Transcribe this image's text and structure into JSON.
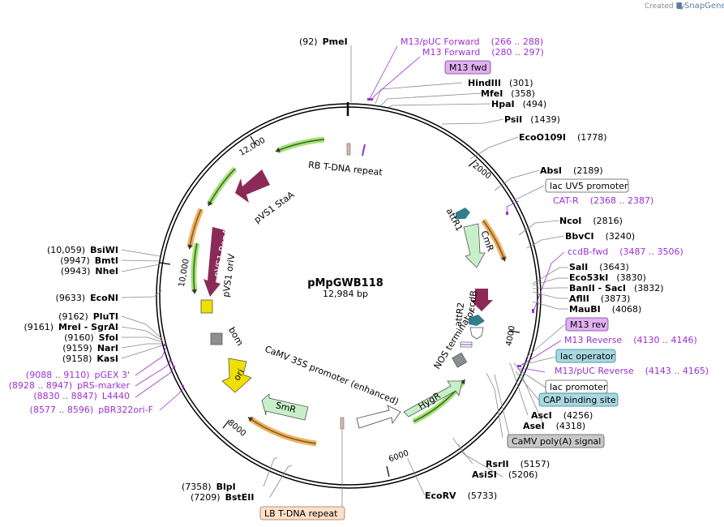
{
  "credit": {
    "prefix": "Created by",
    "brand": "SnapGene"
  },
  "plasmid": {
    "name": "pMpGWB118",
    "size": "12,984 bp"
  },
  "ticks": [
    "2000",
    "4000",
    "6000",
    "8000",
    "10,000",
    "12,000"
  ],
  "sites": [
    {
      "pos": "(92)",
      "name": "PmeI"
    },
    {
      "pos": "(301)",
      "name": "HindIII"
    },
    {
      "pos": "(358)",
      "name": "MfeI"
    },
    {
      "pos": "(494)",
      "name": "HpaI"
    },
    {
      "pos": "(1439)",
      "name": "PsiI"
    },
    {
      "pos": "(1778)",
      "name": "EcoO109I"
    },
    {
      "pos": "(2189)",
      "name": "AbsI"
    },
    {
      "pos": "(2816)",
      "name": "NcoI"
    },
    {
      "pos": "(3240)",
      "name": "BbvCI"
    },
    {
      "pos": "(3643)",
      "name": "SalI"
    },
    {
      "pos": "(3830)",
      "name": "Eco53kI"
    },
    {
      "pos": "(3832)",
      "name": "BanII  -  SacI"
    },
    {
      "pos": "(3873)",
      "name": "AflII"
    },
    {
      "pos": "(4068)",
      "name": "MauBI"
    },
    {
      "pos": "(4256)",
      "name": "AscI"
    },
    {
      "pos": "(4318)",
      "name": "AseI"
    },
    {
      "pos": "(5157)",
      "name": "RsrII"
    },
    {
      "pos": "(5206)",
      "name": "AsiSI"
    },
    {
      "pos": "(5733)",
      "name": "EcoRV"
    },
    {
      "pos": "(7358)",
      "name": "BlpI"
    },
    {
      "pos": "(7209)",
      "name": "BstEII"
    },
    {
      "pos": "(10,059)",
      "name": "BsiWI"
    },
    {
      "pos": "(9947)",
      "name": "BmtI"
    },
    {
      "pos": "(9943)",
      "name": "NheI"
    },
    {
      "pos": "(9633)",
      "name": "EcoNI"
    },
    {
      "pos": "(9162)",
      "name": "PluTI"
    },
    {
      "pos": "(9161)",
      "name": "MreI  -  SgrAI"
    },
    {
      "pos": "(9160)",
      "name": "SfoI"
    },
    {
      "pos": "(9159)",
      "name": "NarI"
    },
    {
      "pos": "(9158)",
      "name": "KasI"
    }
  ],
  "primers": [
    {
      "name": "M13/pUC Forward",
      "range": "(266 .. 288)"
    },
    {
      "name": "M13 Forward",
      "range": "(280 .. 297)"
    },
    {
      "name": "CAT-R",
      "range": "(2368 .. 2387)"
    },
    {
      "name": "ccdB-fwd",
      "range": "(3487 .. 3506)"
    },
    {
      "name": "M13 Reverse",
      "range": "(4130 .. 4146)"
    },
    {
      "name": "M13/pUC Reverse",
      "range": "(4143 .. 4165)"
    },
    {
      "name": "pGEX 3'",
      "range": "(9088 .. 9110)"
    },
    {
      "name": "pRS-marker",
      "range": "(8928 .. 8947)"
    },
    {
      "name": "L4440",
      "range": "(8830 .. 8847)"
    },
    {
      "name": "pBR322ori-F",
      "range": "(8577 .. 8596)"
    }
  ],
  "boxed_features": [
    {
      "label": "M13 fwd"
    },
    {
      "label": "lac UV5 promoter"
    },
    {
      "label": "M13 rev"
    },
    {
      "label": "lac operator"
    },
    {
      "label": "lac promoter"
    },
    {
      "label": "CAP binding site"
    },
    {
      "label": "CaMV poly(A) signal"
    },
    {
      "label": "LB T-DNA repeat"
    }
  ],
  "inner_features": {
    "rb_repeat": "RB T-DNA repeat",
    "pvs1_staa": "pVS1 StaA",
    "pvs1_repa": "pVS1 RepA",
    "pvs1_oriv": "pVS1 oriV",
    "bom": "bom",
    "ori": "ori",
    "camv35s": "CaMV 35S promoter (enhanced)",
    "smr": "SmR",
    "hygr": "HygR",
    "nos": "NOS terminator",
    "attr1": "attR1",
    "cmr": "CmR",
    "ccdb": "ccdB",
    "attr2": "attR2"
  },
  "colors": {
    "primer": "#9b30d4",
    "maroon": "#8b2a57",
    "green_fill": "#c8f0c8",
    "teal": "#2f7e8e",
    "yellow": "#f0e000",
    "gray": "#8a8f94",
    "orange_glow": "#f0b060",
    "green_glow": "#a8e07a",
    "box_purple": "#e0b0f0",
    "box_teal": "#a8d8e0",
    "box_gray": "#c8c8c8",
    "box_peach": "#ffe0c8"
  }
}
